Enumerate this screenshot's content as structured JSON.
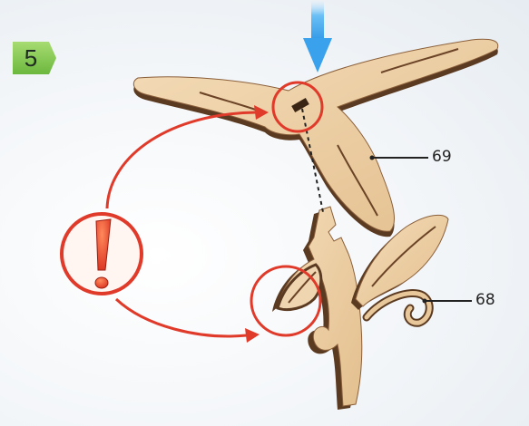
{
  "step": {
    "number": "5"
  },
  "parts": [
    {
      "id": "69",
      "label": "69"
    },
    {
      "id": "68",
      "label": "68"
    }
  ],
  "colors": {
    "wood_light": "#f0d6b0",
    "wood_mid": "#e2be8c",
    "wood_edge": "#5b3a22",
    "badge_green": "#7cc34a",
    "warning_red": "#e03a2a",
    "arrow_blue": "#3ea6ee"
  },
  "icons": [
    "down-arrow-icon",
    "exclamation-icon",
    "step-badge"
  ]
}
